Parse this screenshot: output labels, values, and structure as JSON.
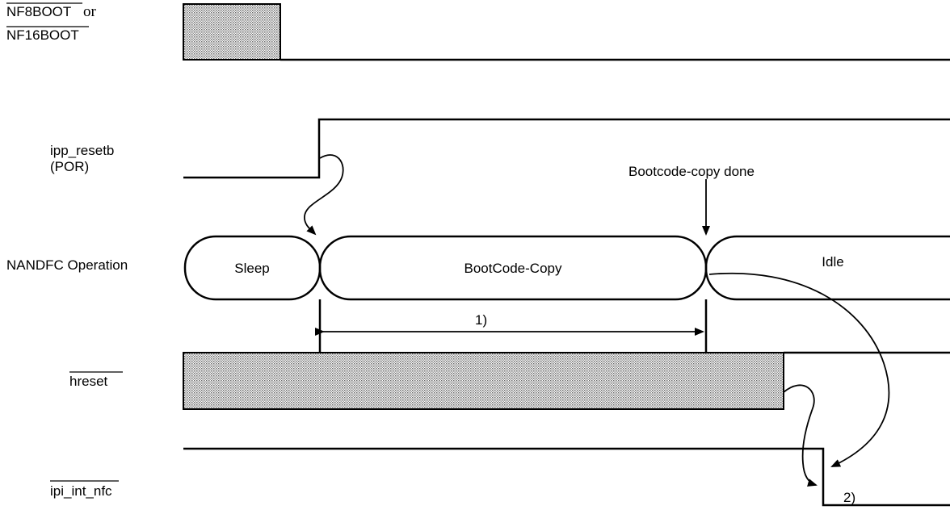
{
  "signals": {
    "nfboot": {
      "label_line1": "NF8BOOT",
      "label_or": " or",
      "label_line2": "NF16BOOT"
    },
    "ipp_resetb": {
      "label_line1": "ipp_resetb",
      "label_line2": "(POR)"
    },
    "nandfc": {
      "label": "NANDFC Operation"
    },
    "hreset": {
      "label": "hreset"
    },
    "ipi_int_nfc": {
      "label": "ipi_int_nfc"
    }
  },
  "states": {
    "sleep": "Sleep",
    "bootcode_copy": "BootCode-Copy",
    "idle": "Idle"
  },
  "annotations": {
    "bootcode_copy_done": "Bootcode-copy done",
    "note1": "1)",
    "note2": "2)"
  }
}
